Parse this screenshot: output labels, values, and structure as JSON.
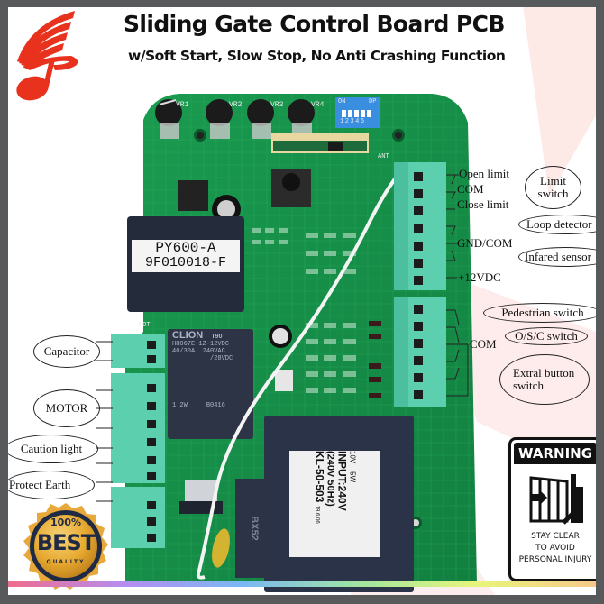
{
  "header": {
    "title": "Sliding Gate Control Board PCB",
    "subtitle": "w/Soft Start, Slow Stop, No Anti Crashing Function"
  },
  "brand": {
    "logo_icon": "music-note-logo-icon",
    "accent_color": "#e8321e"
  },
  "board": {
    "pcb_color": "#17924a",
    "terminal_color": "#5ccfae",
    "trimmers": [
      "VR1",
      "VR2",
      "VR3",
      "VR4"
    ],
    "dip_switch": {
      "label_on": "ON",
      "label_dip": "DP",
      "positions": [
        "1",
        "2",
        "3",
        "4",
        "5"
      ]
    },
    "antenna_label": "ANT",
    "motor_header_label": "MOT",
    "main_relay": {
      "line1": "PY600-A",
      "line2": "9F010018-F"
    },
    "power_relay": {
      "brand": "CLION",
      "code": "T90",
      "model": "HH067E-1Z-12VDC",
      "rating_a": "40/30A",
      "rating_v1": "240VAC",
      "rating_v2": "/28VDC",
      "power": "1.2W",
      "lot": "B0416"
    },
    "transformer": {
      "model": "KL-50-503",
      "input": "INPUT:240V",
      "freq": "(240V 50Hz)",
      "out_v": "10V",
      "out_w": "5W",
      "date": "19.6.06"
    },
    "capacitor_label": "BX52"
  },
  "right_labels": {
    "open_limit": "Open limit",
    "com_top": "COM",
    "close_limit": "Close limit",
    "limit_switch": [
      "Limit",
      "switch"
    ],
    "loop_detector": "Loop detector",
    "gnd_com": "GND/COM",
    "infrared_sensor": "Infared sensor",
    "vdc": "+12VDC",
    "pedestrian_switch": "Pedestrian switch",
    "osc_switch": "O/S/C switch",
    "com_bottom": "COM",
    "extra_button": [
      "Extral button",
      "switch"
    ]
  },
  "left_labels": {
    "capacitor": "Capacitor",
    "motor": "MOTOR",
    "caution_light": "Caution light",
    "protect_earth": "Protect Earth"
  },
  "quality_badge": {
    "percent": "100%",
    "word": "BEST",
    "sub": "QUALITY",
    "color": "#e6a92f"
  },
  "warning_sign": {
    "heading": "WARNING",
    "icon": "sliding-gate-hazard-icon",
    "lines": [
      "STAY CLEAR",
      "TO AVOID",
      "PERSONAL INJURY"
    ]
  }
}
